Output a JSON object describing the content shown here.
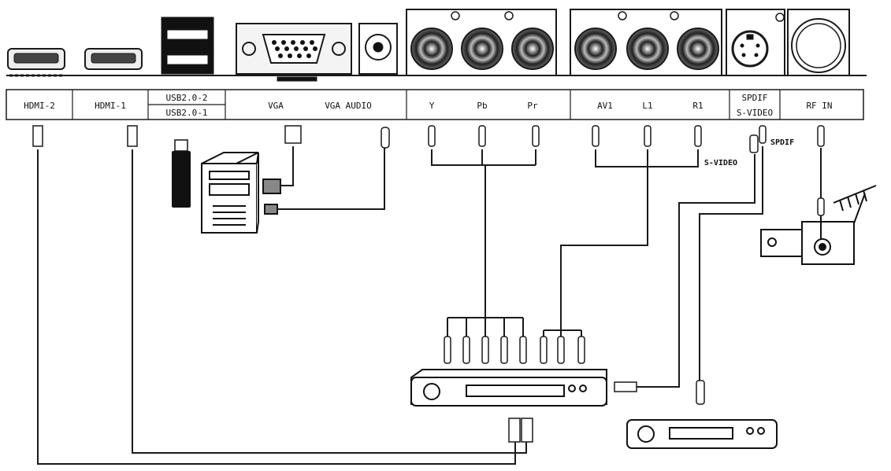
{
  "port_labels": {
    "hdmi2": "HDMI-2",
    "hdmi1": "HDMI-1",
    "usb2": "USB2.0-2",
    "usb1": "USB2.0-1",
    "vga": "VGA",
    "vga_audio": "VGA AUDIO",
    "y": "Y",
    "pb": "Pb",
    "pr": "Pr",
    "av1": "AV1",
    "l1": "L1",
    "r1": "R1",
    "spdif": "SPDIF",
    "svideo": "S-VIDEO",
    "rf_in": "RF IN"
  },
  "cable_labels": {
    "svideo": "S-VIDEO",
    "spdif": "SPDIF"
  },
  "colors": {
    "line": "#1a1a1a",
    "panel": "#d9d9d9",
    "fill": "#ffffff"
  }
}
